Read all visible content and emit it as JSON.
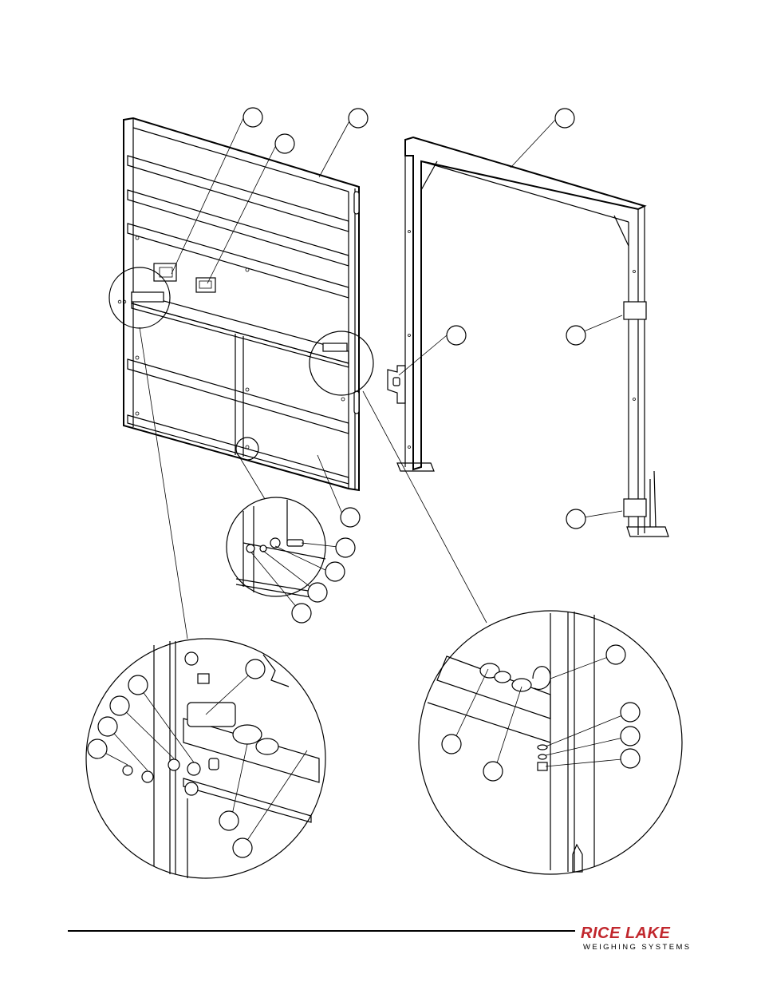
{
  "brand": {
    "name_line1": "RICE LAKE",
    "name_line2": "WEIGHING SYSTEMS",
    "color": "#c1272d"
  },
  "callout_balloons_count": 26
}
